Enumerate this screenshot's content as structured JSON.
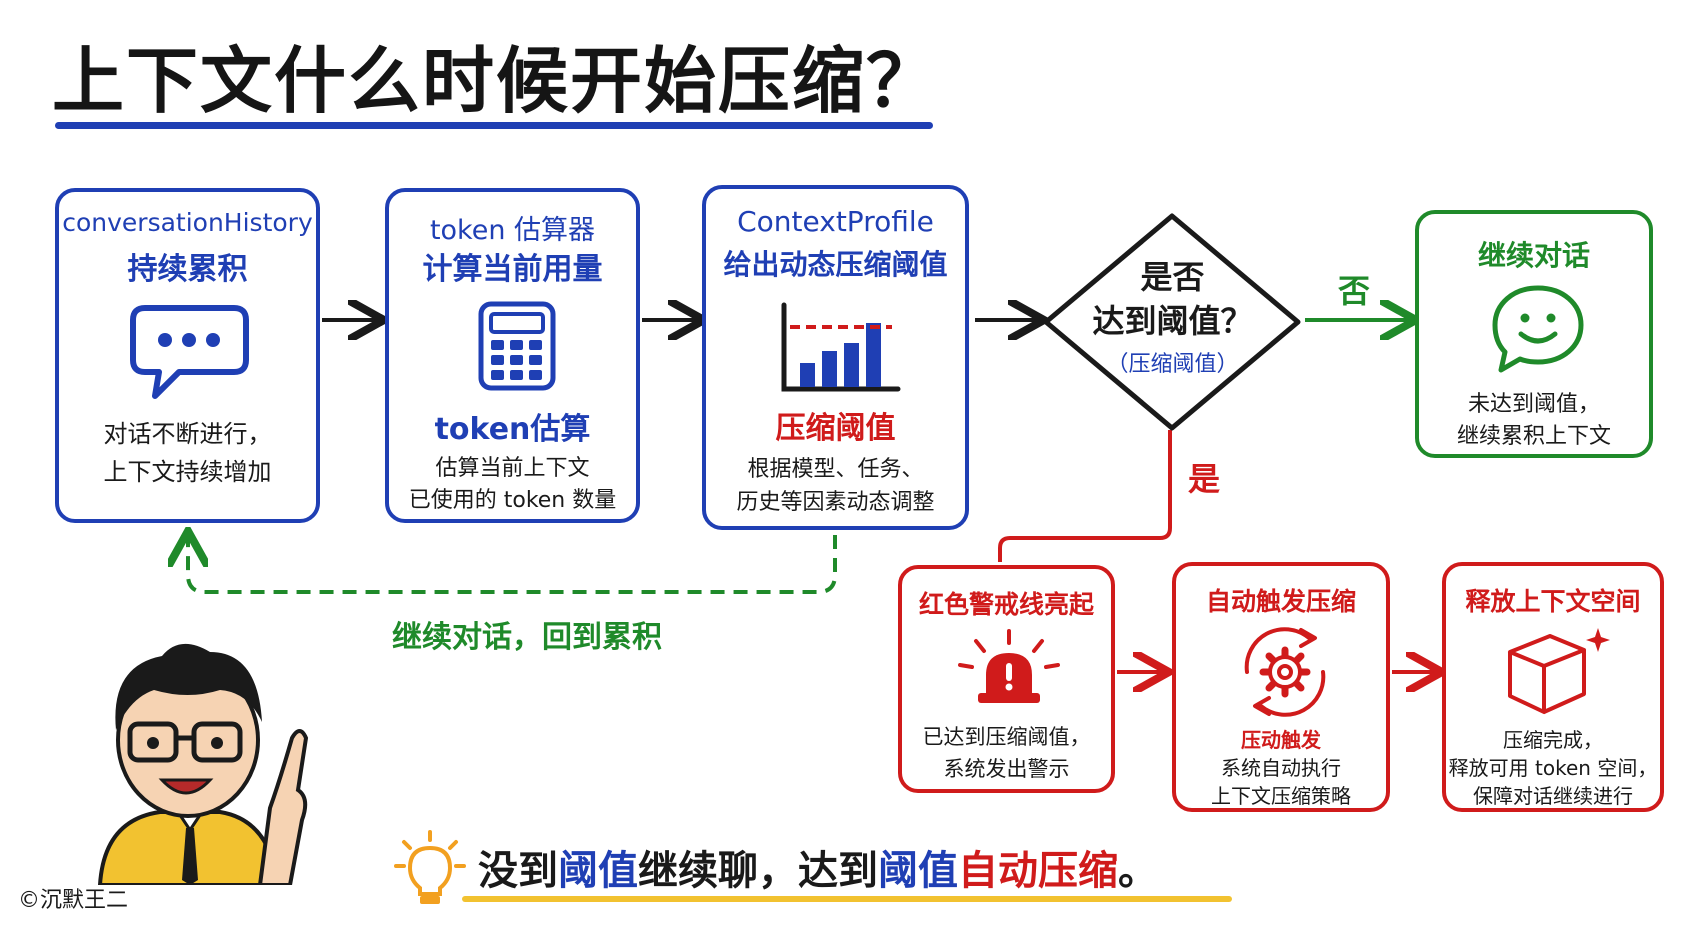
{
  "title": "上下文什么时候开始压缩？",
  "flow_top": [
    {
      "heading1": "conversationHistory",
      "heading2": "持续累积",
      "icon": "chat-bubble-icon",
      "sub_title": "",
      "desc1": "对话不断进行，",
      "desc2": "上下文持续增加"
    },
    {
      "heading1": "token 估算器",
      "heading2": "计算当前用量",
      "icon": "calculator-icon",
      "sub_title": "token估算",
      "desc1": "估算当前上下文",
      "desc2": "已使用的 token 数量"
    },
    {
      "heading1": "ContextProfile",
      "heading2": "给出动态压缩阈值",
      "icon": "bar-chart-threshold-icon",
      "sub_title": "压缩阈值",
      "desc1": "根据模型、任务、",
      "desc2": "历史等因素动态调整"
    }
  ],
  "decision": {
    "line1": "是否",
    "line2": "达到阈值？",
    "line3": "（压缩阈值）",
    "no_label": "否",
    "yes_label": "是"
  },
  "continue_card": {
    "heading": "继续对话",
    "icon": "smiley-chat-icon",
    "desc1": "未达到阈值，",
    "desc2": "继续累积上下文"
  },
  "loop_label": "继续对话，回到累积",
  "flow_bottom": [
    {
      "heading": "红色警戒线亮起",
      "icon": "alarm-light-icon",
      "sub_title": "",
      "desc1": "已达到压缩阈值，",
      "desc2": "系统发出警示",
      "desc3": ""
    },
    {
      "heading": "自动触发压缩",
      "icon": "gear-cycle-icon",
      "sub_title": "压动触发",
      "desc1": "系统自动执行",
      "desc2": "上下文压缩策略",
      "desc3": ""
    },
    {
      "heading": "释放上下文空间",
      "icon": "cube-sparkle-icon",
      "sub_title": "",
      "desc1": "压缩完成，",
      "desc2": "释放可用 token 空间，",
      "desc3": "保障对话继续进行"
    }
  ],
  "footer": {
    "p1": "没到",
    "p2": "阈值",
    "p3": "继续聊，达到",
    "p4": "阈值",
    "p5": "自动压缩",
    "p6": "。"
  },
  "copyright": "©沉默王二",
  "colors": {
    "blue": "#1f3fb4",
    "red": "#d01b1b",
    "green": "#1f8a2a",
    "yellow": "#f2c230"
  }
}
